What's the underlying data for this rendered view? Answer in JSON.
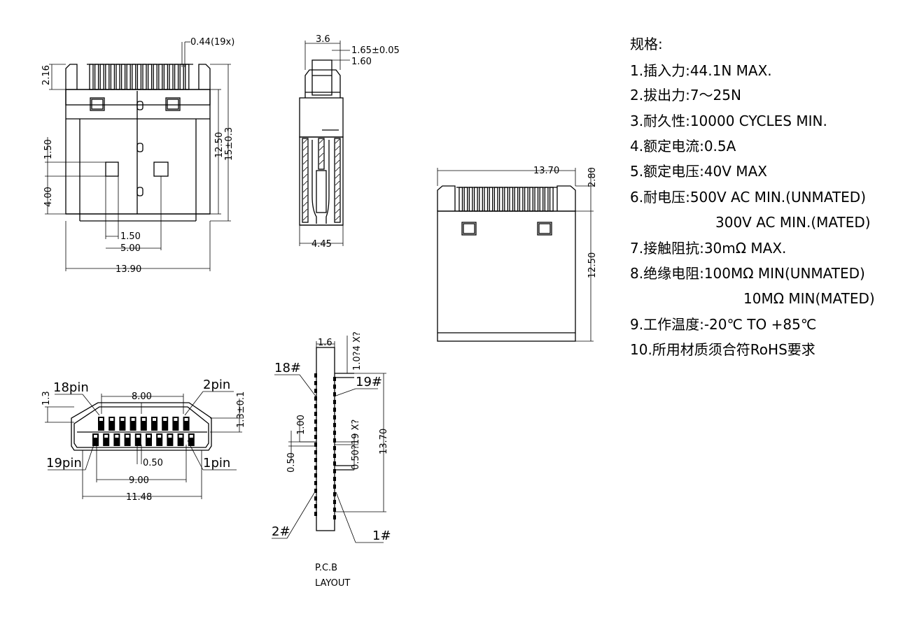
{
  "drawing": {
    "front_view": {
      "pitch_label": "0.44(19x)",
      "top_height": "2.16",
      "height_inner": "12.50",
      "height_outer": "15±0.3",
      "left_upper": "1.50",
      "left_lower": "4.00",
      "hole_offset": "1.50",
      "hole_spacing": "5.00",
      "width": "13.90"
    },
    "side_view": {
      "top_width": "3.6",
      "tab_width": "1.65±0.05",
      "tab_gap": "1.60",
      "bottom_width": "4.45"
    },
    "top_view": {
      "width": "13.70",
      "tail_height": "2.80",
      "length": "12.50"
    },
    "end_view": {
      "pin_18": "18pin",
      "pin_2": "2pin",
      "pin_19": "19pin",
      "pin_1": "1pin",
      "row_span": "8.00",
      "left_height": "1.3",
      "right_height": "1.3±0.1",
      "pitch": "0.50",
      "inner_span": "9.00",
      "outer_width": "11.48"
    },
    "pcb_layout": {
      "width": "1.6",
      "pad_top": "1.0?4 X?",
      "pad_18": "18#",
      "pad_19": "19#",
      "pad_2": "2#",
      "pad_1": "1#",
      "pad_length": "1.00",
      "pad_pitch": "0.50",
      "pad_size": "0.50?19 X?",
      "total_length": "13.70",
      "caption_line1": "P.C.B",
      "caption_line2": "LAYOUT"
    }
  },
  "specs": {
    "title": "规格:",
    "items": [
      "1.插入力:44.1N MAX.",
      "2.拔出力:7～25N",
      "3.耐久性:10000 CYCLES MIN.",
      "4.额定电流:0.5A",
      "5.额定电压:40V MAX",
      "6.耐电压:500V AC MIN.(UNMATED)",
      "300V AC MIN.(MATED)",
      "7.接触阻抗:30mΩ MAX.",
      "8.绝缘电阻:100MΩ MIN(UNMATED)",
      "10MΩ MIN(MATED)",
      "9.工作温度:-20℃ TO +85℃",
      "10.所用材质须合符RoHS要求"
    ]
  }
}
